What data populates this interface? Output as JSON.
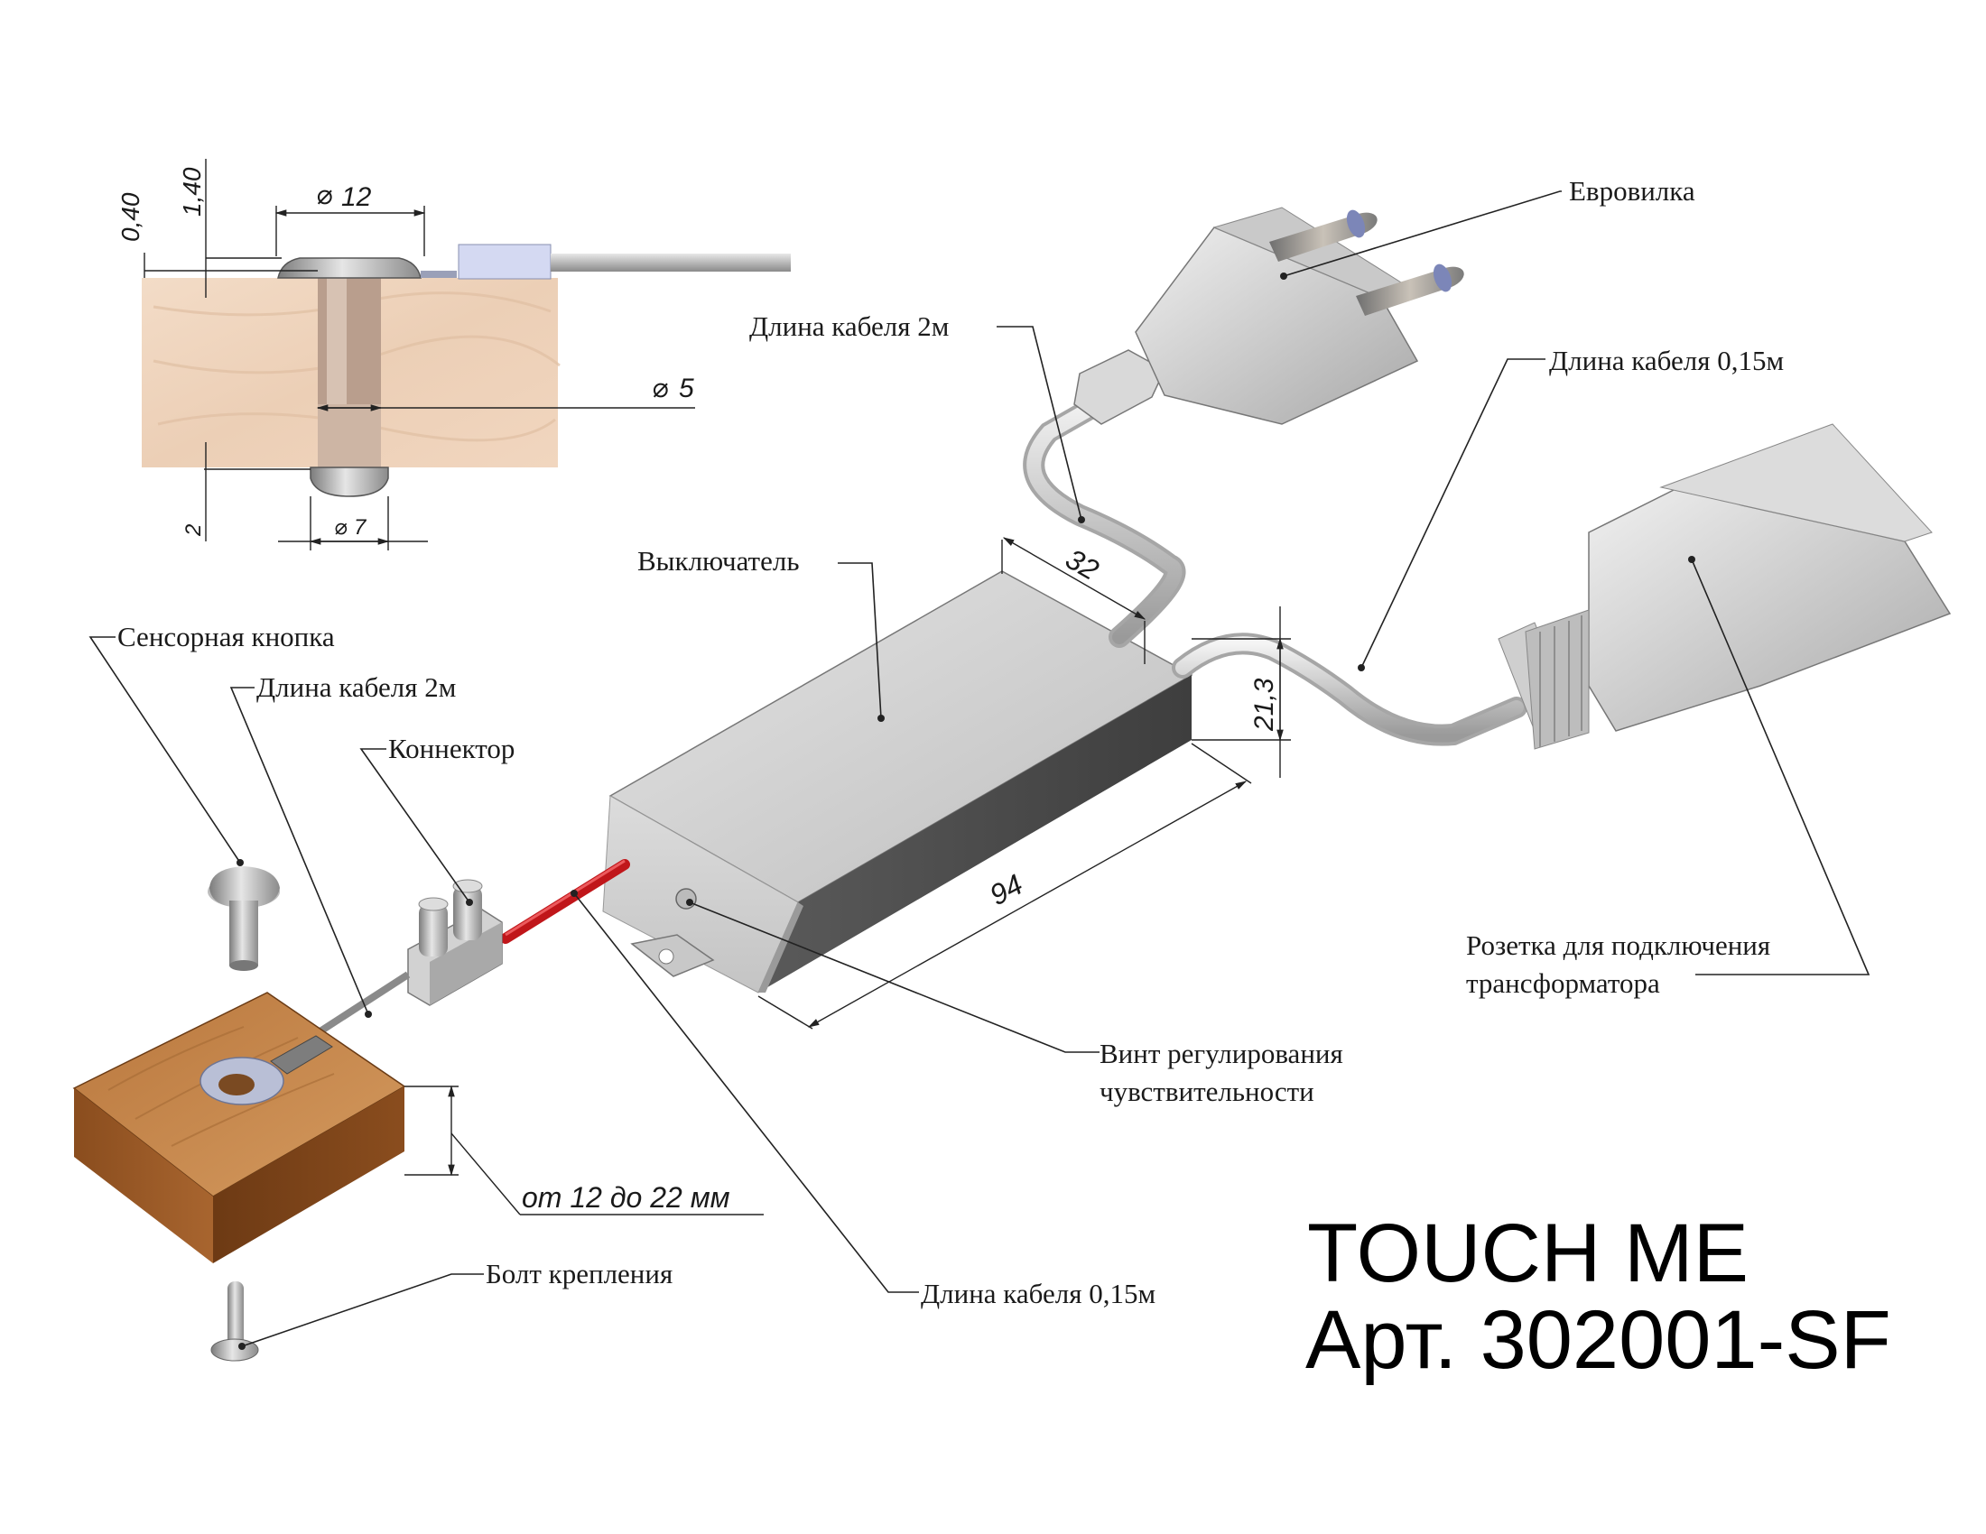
{
  "title": {
    "product": "TOUCH ME",
    "article": "Арт. 302001-SF"
  },
  "section_view": {
    "dims": {
      "d12": "12",
      "d5": "5",
      "d7": "7",
      "h040": "0,40",
      "h140": "1,40",
      "h2": "2"
    }
  },
  "callouts": {
    "evrovilka": "Евровилка",
    "cable_2m_top": "Длина кабеля 2м",
    "cable_015_top": "Длина кабеля 0,15м",
    "switch": "Выключатель",
    "sensor_button": "Сенсорная кнопка",
    "cable_2m_left": "Длина кабеля 2м",
    "connector": "Коннектор",
    "socket_line1": "Розетка для подключения",
    "socket_line2": "трансформатора",
    "screw_line1": "Винт регулирования",
    "screw_line2": "чувствительности",
    "bolt": "Болт крепления",
    "cable_015_bottom": "Длина кабеля 0,15м"
  },
  "dimensions": {
    "box_width": "32",
    "box_height": "21,3",
    "box_length": "94",
    "thickness": "от 12 до 22 мм"
  }
}
